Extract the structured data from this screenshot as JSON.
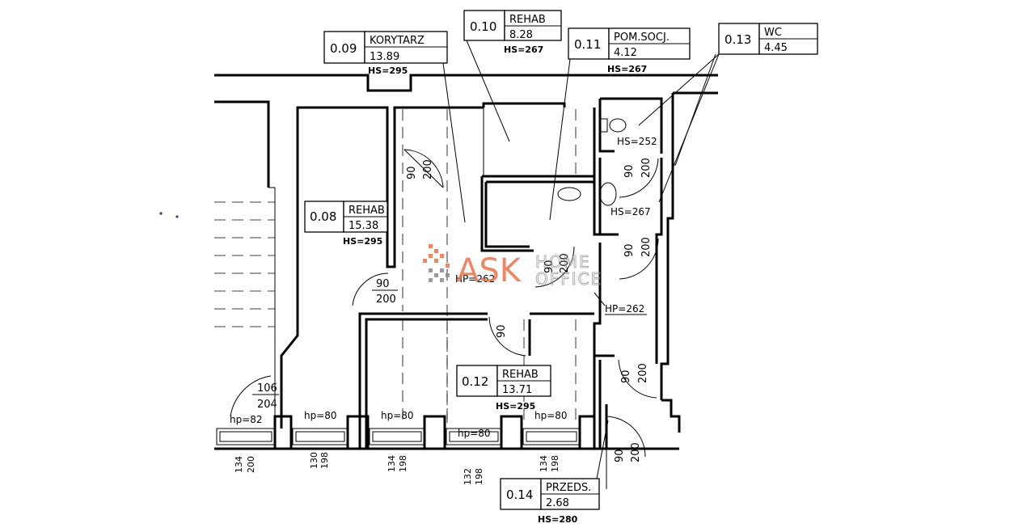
{
  "rooms": [
    {
      "id": "0.09",
      "name": "KORYTARZ",
      "area": "13.89",
      "height": "HS=295"
    },
    {
      "id": "0.10",
      "name": "REHAB",
      "area": "8.28",
      "height": "HS=267"
    },
    {
      "id": "0.11",
      "name": "POM.SOCJ.",
      "area": "4.12",
      "height": "HS=267"
    },
    {
      "id": "0.13",
      "name": "WC",
      "area": "4.45",
      "height": ""
    },
    {
      "id": "0.08",
      "name": "REHAB",
      "area": "15.38",
      "height": "HS=295"
    },
    {
      "id": "0.12",
      "name": "REHAB",
      "area": "13.71",
      "height": "HS=295"
    },
    {
      "id": "0.14",
      "name": "PRZEDS.",
      "area": "2.68",
      "height": "HS=280"
    }
  ],
  "heights": {
    "hs_252": "HS=252",
    "hs_267": "HS=267",
    "hp_262_a": "HP=262",
    "hp_262_b": "HP=262"
  },
  "doors": {
    "d_entry_w": "106",
    "d_entry_h": "204",
    "d_0_08_w": "90",
    "d_0_08_h": "200",
    "d_corr_w": "90",
    "d_corr_h": "200",
    "d_0_11_w": "90",
    "d_0_11_h": "200",
    "d_wc1_w": "90",
    "d_wc1_h": "200",
    "d_wc2_w": "90",
    "d_wc2_h": "200",
    "d_0_12_w": "90",
    "d_front1_w": "90",
    "d_front1_h": "200",
    "d_front2_w": "90",
    "d_front2_h": "200"
  },
  "windows": [
    {
      "sill": "hp=82",
      "w": "134",
      "h": "200"
    },
    {
      "sill": "hp=80",
      "w": "130",
      "h": "198"
    },
    {
      "sill": "hp=80",
      "w": "134",
      "h": "198"
    },
    {
      "sill": "hp=80",
      "w": "132",
      "h": "198"
    },
    {
      "sill": "hp=80",
      "w": "134",
      "h": "198"
    }
  ],
  "watermark": {
    "brand": "ASK",
    "line1": "HOME",
    "line2": "OFFICE",
    "brand_color": "#e8734a",
    "grey_color": "#8a8a8a"
  }
}
